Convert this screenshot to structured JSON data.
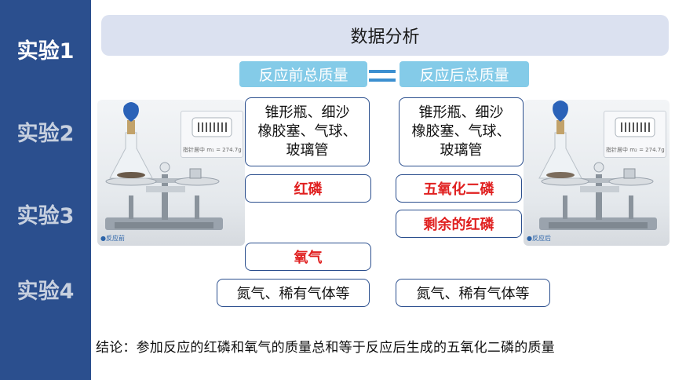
{
  "sidebar": {
    "items": [
      {
        "label": "实验1",
        "active": true
      },
      {
        "label": "实验2",
        "active": false
      },
      {
        "label": "实验3",
        "active": false
      },
      {
        "label": "实验4",
        "active": false
      }
    ]
  },
  "header": {
    "title": "数据分析"
  },
  "comparison": {
    "before_label": "反应前总质量",
    "after_label": "反应后总质量"
  },
  "photos": {
    "before": {
      "caption": "●反应前",
      "readout": "指针居中  m₁ = 274.7g"
    },
    "after": {
      "caption": "●反应后",
      "readout": "指针居中  m₂ = 274.7g"
    }
  },
  "before_column": {
    "apparatus": [
      "锥形瓶、细沙",
      "橡胶塞、气球、",
      "玻璃管"
    ],
    "reactant_1": "红磷",
    "reactant_2": "氧气",
    "gases": "氮气、稀有气体等"
  },
  "after_column": {
    "apparatus": [
      "锥形瓶、细沙",
      "橡胶塞、气球、",
      "玻璃管"
    ],
    "product": "五氧化二磷",
    "leftover": "剩余的红磷",
    "gases": "氮气、稀有气体等"
  },
  "conclusion": "结论：参加反应的红磷和氧气的质量总和等于反应后生成的五氧化二磷的质量",
  "colors": {
    "sidebar": "#2b4f8e",
    "tag": "#84cbe8",
    "highlight": "#e02020"
  }
}
